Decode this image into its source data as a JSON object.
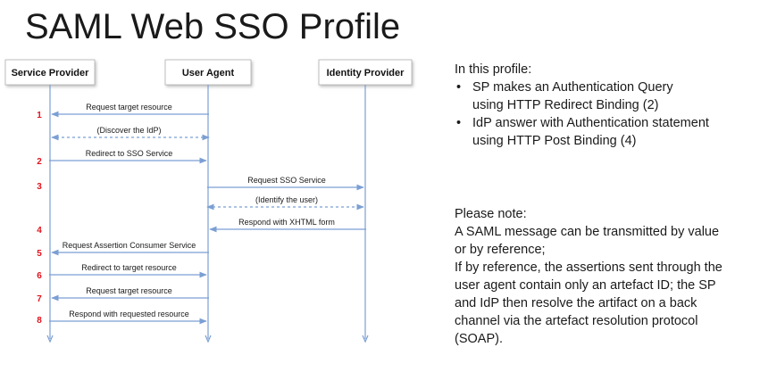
{
  "title": "SAML Web SSO Profile",
  "participants": [
    {
      "id": "sp",
      "label": "Service Provider"
    },
    {
      "id": "ua",
      "label": "User Agent"
    },
    {
      "id": "idp",
      "label": "Identity Provider"
    }
  ],
  "steps": [
    "1",
    "2",
    "3",
    "4",
    "5",
    "6",
    "7",
    "8"
  ],
  "messages": [
    {
      "text": "Request target resource",
      "from": "ua",
      "to": "sp",
      "dashed": false
    },
    {
      "text": "(Discover the IdP)",
      "from": "ua",
      "to": "sp",
      "dashed": true,
      "bidirectional": true
    },
    {
      "text": "Redirect to SSO Service",
      "from": "sp",
      "to": "ua",
      "dashed": false
    },
    {
      "text": "Request SSO Service",
      "from": "ua",
      "to": "idp",
      "dashed": false
    },
    {
      "text": "(Identify the user)",
      "from": "ua",
      "to": "idp",
      "dashed": true,
      "bidirectional": true
    },
    {
      "text": "Respond with XHTML form",
      "from": "idp",
      "to": "ua",
      "dashed": false
    },
    {
      "text": "Request Assertion Consumer Service",
      "from": "ua",
      "to": "sp",
      "dashed": false
    },
    {
      "text": "Redirect to target resource",
      "from": "sp",
      "to": "ua",
      "dashed": false
    },
    {
      "text": "Request target resource",
      "from": "ua",
      "to": "sp",
      "dashed": false
    },
    {
      "text": "Respond with requested resource",
      "from": "sp",
      "to": "ua",
      "dashed": false
    }
  ],
  "profile_notes": {
    "intro": "In this profile:",
    "bullets": [
      [
        "SP makes an Authentication Query",
        "using HTTP Redirect Binding (2)"
      ],
      [
        "IdP answer with Authentication statement",
        "using HTTP Post Binding (4)"
      ]
    ]
  },
  "please_note": {
    "heading": "Please note:",
    "lines": [
      "A SAML message can be transmitted by value",
      "or by reference;",
      "If by reference, the assertions sent through the",
      "user agent contain only an artefact ID; the SP",
      "and IdP then resolve the artifact on a back",
      "channel via the artefact resolution protocol",
      "(SOAP)."
    ]
  },
  "colors": {
    "lifeline": "#7b9fd3",
    "step_number": "#e0141e",
    "box_border": "#b0b0b0"
  }
}
